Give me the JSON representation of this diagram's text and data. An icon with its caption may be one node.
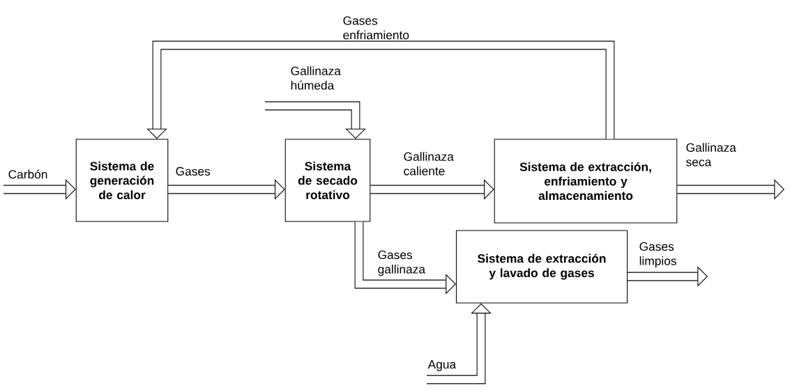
{
  "diagram": {
    "nodes": [
      {
        "text": [
          "Sistema de generación de calor"
        ]
      },
      {
        "text": [
          "Sistema de secado rotativo"
        ]
      },
      {
        "text": [
          "Sistema de extracción, enfriamiento y almacenamiento"
        ]
      },
      {
        "text": [
          "Sistema de extracción y lavado de gases"
        ]
      }
    ],
    "edges": [
      {
        "from": null,
        "to": 0,
        "arrow": "to",
        "label": "Carbón"
      },
      {
        "from": 0,
        "to": 1,
        "arrow": "to",
        "label": "Gases"
      },
      {
        "from": null,
        "to": 1,
        "arrow": "to",
        "label": "Gallinaza húmeda"
      },
      {
        "from": 1,
        "to": 2,
        "arrow": "to",
        "label": "Gallinaza caliente"
      },
      {
        "from": 2,
        "to": 0,
        "arrow": "to",
        "label": "Gases enfriamiento"
      },
      {
        "from": 2,
        "to": null,
        "arrow": "to",
        "label": "Gallinaza seca"
      },
      {
        "from": 1,
        "to": 3,
        "arrow": "to",
        "label": "Gases gallinaza"
      },
      {
        "from": 3,
        "to": null,
        "arrow": "to",
        "label": "Gases limpios"
      },
      {
        "from": null,
        "to": 3,
        "arrow": "to",
        "label": "Agua"
      }
    ]
  }
}
